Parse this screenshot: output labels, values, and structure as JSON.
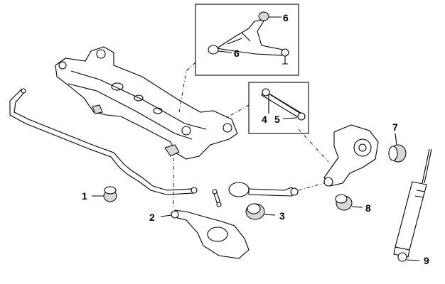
{
  "callouts": {
    "c1": "1",
    "c2": "2",
    "c3": "3",
    "c4": "4",
    "c5": "5",
    "c6a": "6",
    "c6b": "6",
    "c7": "7",
    "c8": "8",
    "c9": "9"
  },
  "colors": {
    "line": "#000000",
    "background": "#ffffff",
    "shade": "#d8d8d8"
  }
}
